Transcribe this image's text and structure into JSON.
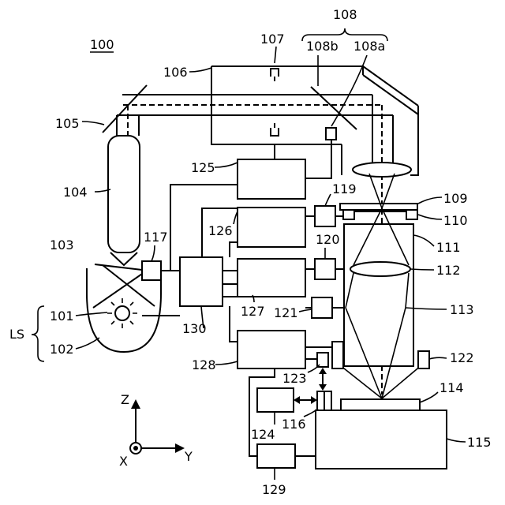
{
  "figure": {
    "labels": {
      "l100": "100",
      "l101": "101",
      "l102": "102",
      "l103": "103",
      "l104": "104",
      "l105": "105",
      "l106": "106",
      "l107": "107",
      "l108": "108",
      "l108a": "108a",
      "l108b": "108b",
      "l109": "109",
      "l110": "110",
      "l111": "111",
      "l112": "112",
      "l113": "113",
      "l114": "114",
      "l115": "115",
      "l116": "116",
      "l117": "117",
      "l119": "119",
      "l120": "120",
      "l121": "121",
      "l122": "122",
      "l123": "123",
      "l124": "124",
      "l125": "125",
      "l126": "126",
      "l127": "127",
      "l128": "128",
      "l129": "129",
      "l130": "130",
      "lLS": "LS"
    },
    "axes": {
      "z": "Z",
      "y": "Y",
      "x": "X"
    }
  }
}
